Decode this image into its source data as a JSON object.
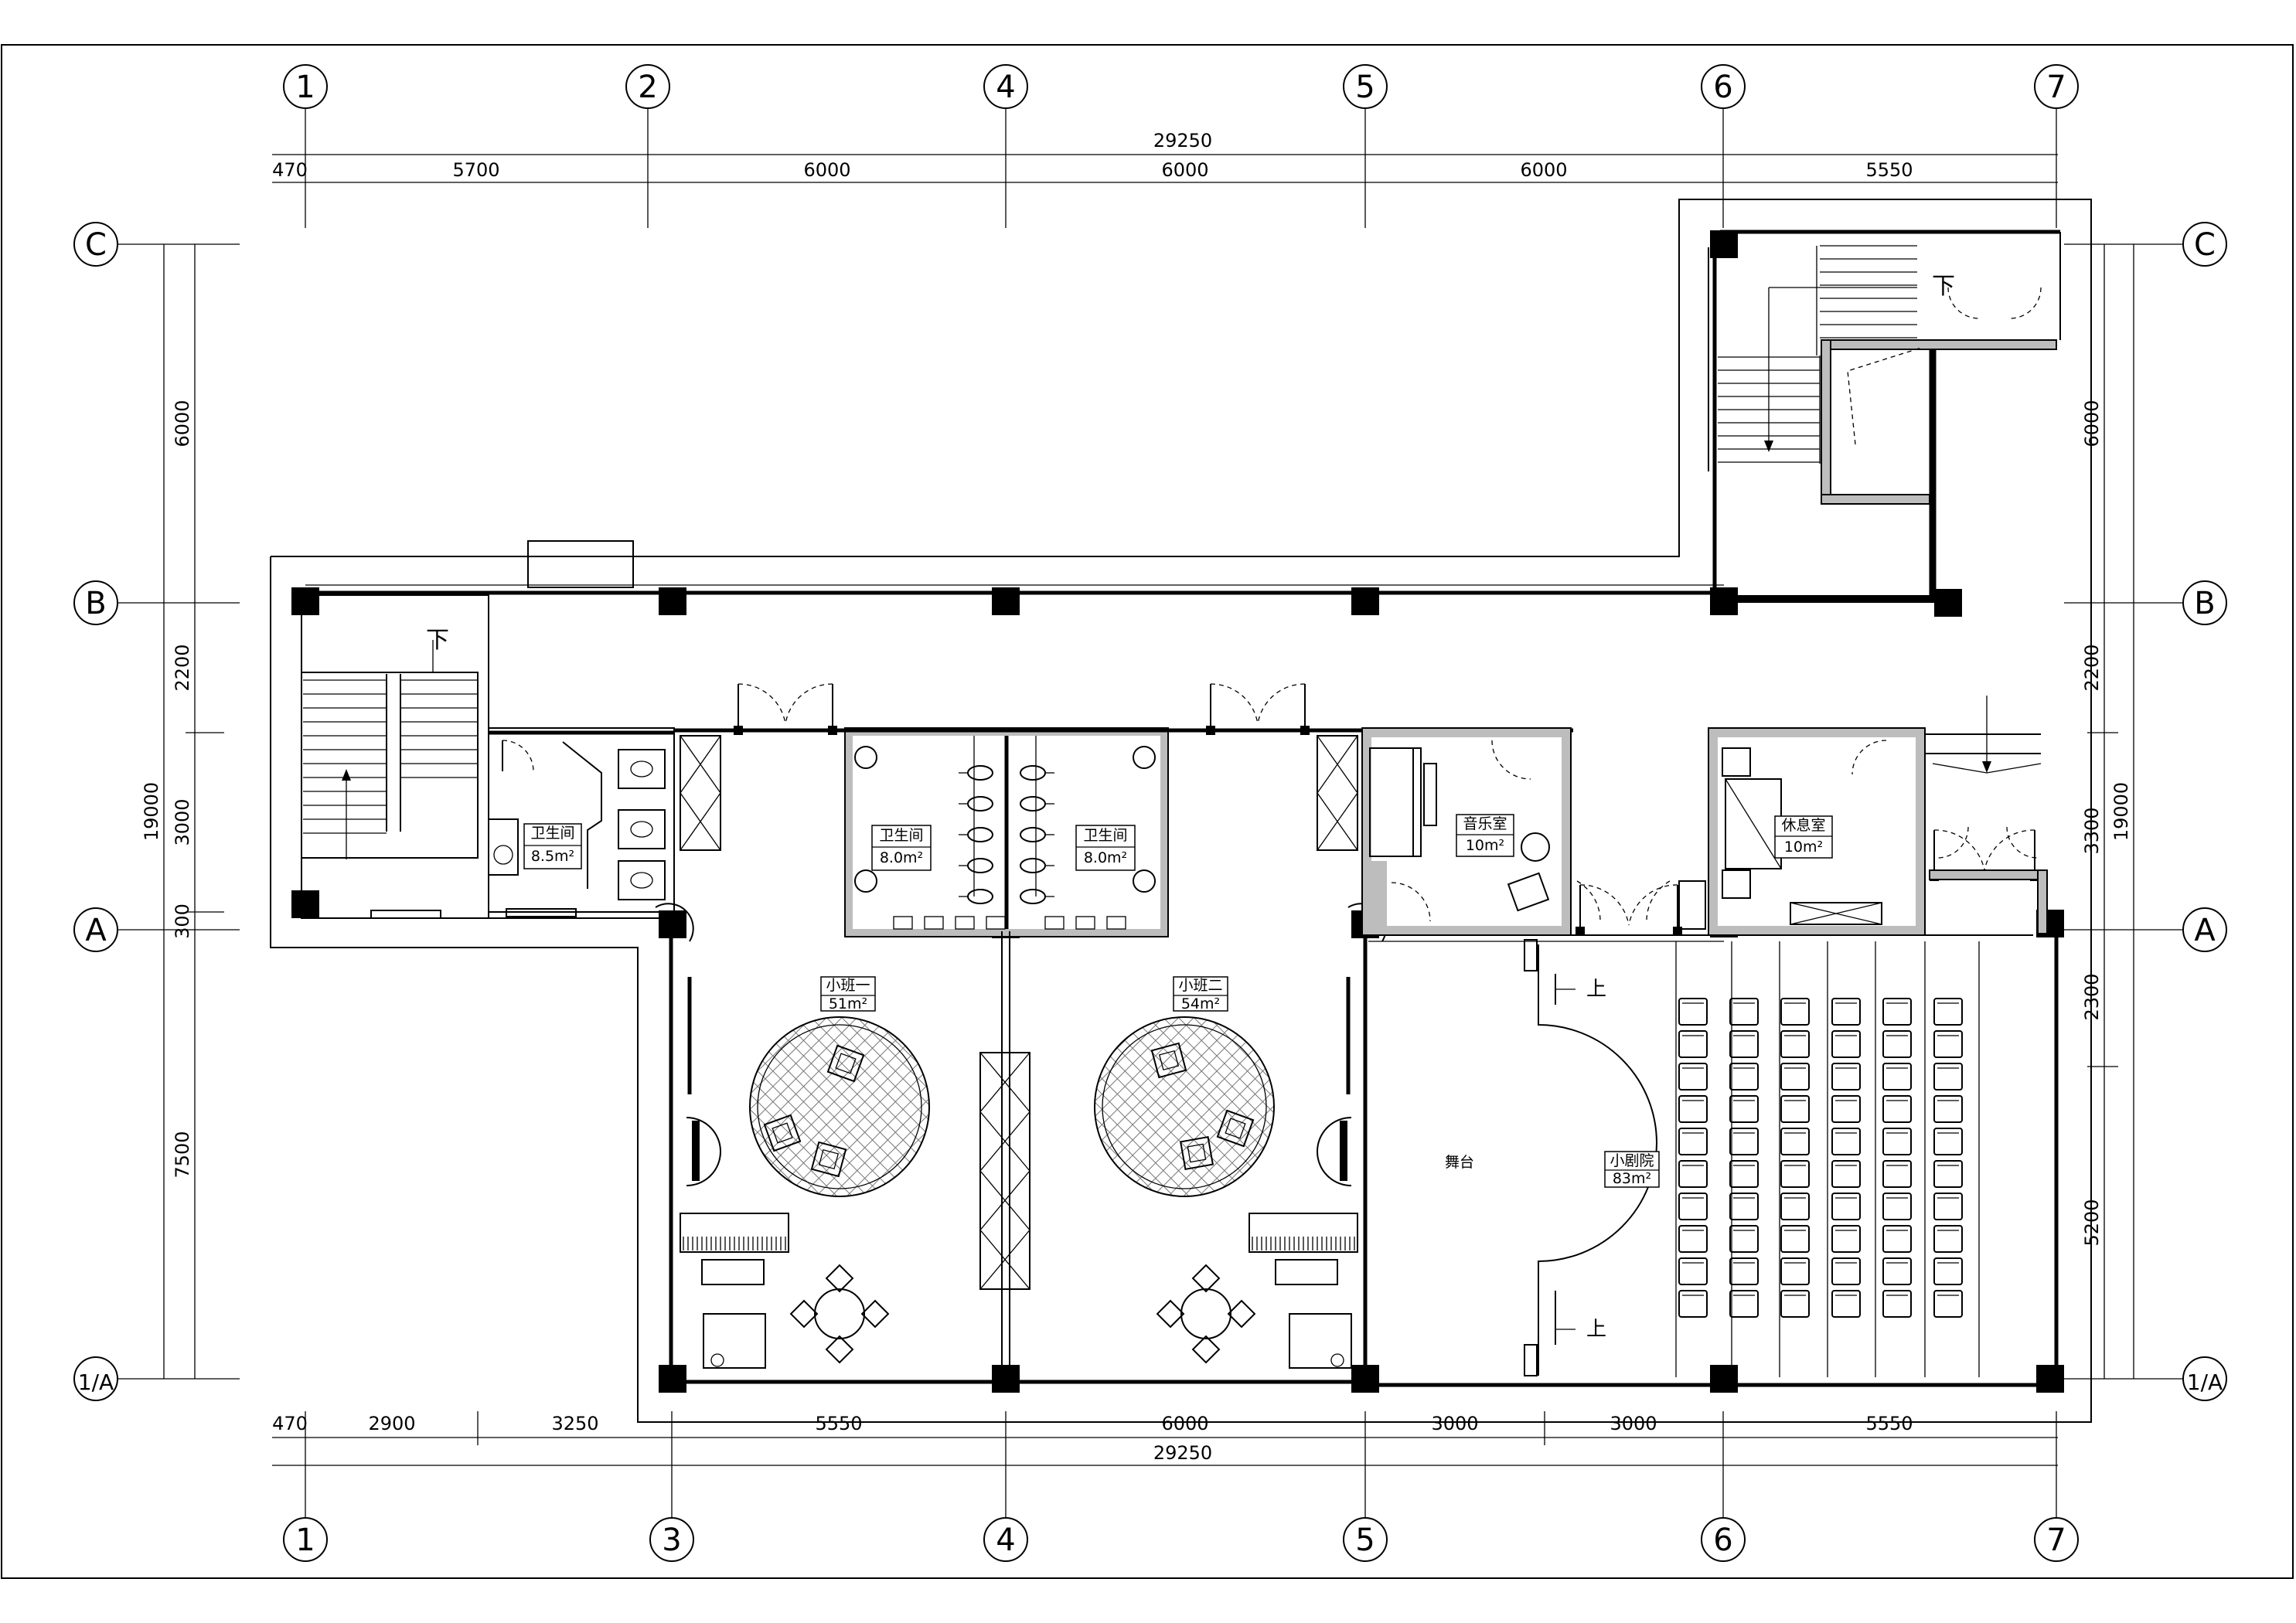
{
  "axes": {
    "top": [
      "1",
      "2",
      "4",
      "5",
      "6",
      "7"
    ],
    "bottom": [
      "1",
      "3",
      "4",
      "5",
      "6",
      "7"
    ],
    "left": [
      "C",
      "B",
      "A",
      "1/A"
    ],
    "right": [
      "C",
      "B",
      "A",
      "1/A"
    ]
  },
  "dimensions": {
    "top_total": "29250",
    "top_470": "470",
    "top_spans": [
      "5700",
      "6000",
      "6000",
      "6000",
      "5550"
    ],
    "bottom_total": "29250",
    "bottom_470": "470",
    "bottom_spans": [
      "2900",
      "3250",
      "5550",
      "6000",
      "3000",
      "3000",
      "5550"
    ],
    "left_total": "19000",
    "left_spans": [
      "6000",
      "2200",
      "3000",
      "300",
      "7500"
    ],
    "right_total": "19000",
    "right_spans": [
      "6000",
      "2200",
      "3300",
      "2300",
      "5200"
    ]
  },
  "rooms": {
    "toilet_left": {
      "name": "卫生间",
      "area": "8.5m²"
    },
    "toilet_a": {
      "name": "卫生间",
      "area": "8.0m²"
    },
    "toilet_b": {
      "name": "卫生间",
      "area": "8.0m²"
    },
    "music": {
      "name": "音乐室",
      "area": "10m²"
    },
    "rest": {
      "name": "休息室",
      "area": "10m²"
    },
    "class1": {
      "name": "小班一",
      "area": "51m²"
    },
    "class2": {
      "name": "小班二",
      "area": "54m²"
    },
    "stage": {
      "name": "舞台"
    },
    "theater": {
      "name": "小剧院",
      "area": "83m²"
    }
  },
  "annotations": {
    "stair_down": "下",
    "stair_up": "上"
  }
}
